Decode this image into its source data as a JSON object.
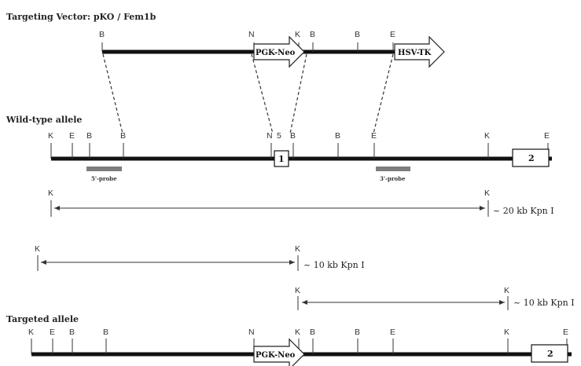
{
  "headings": {
    "targeting_vector": "Targeting Vector:  pKO / Fem1b",
    "wild_type": "Wild-type  allele",
    "targeted": "Targeted  allele"
  },
  "cassettes": {
    "pgk_neo": "PGK-Neo",
    "hsv_tk": "HSV-TK"
  },
  "exons": {
    "exon1": "1",
    "exon2": "2",
    "exon5_marker": "5"
  },
  "probes": {
    "five_prime": "5'-probe",
    "three_prime": "3'-probe"
  },
  "fragments": {
    "wt_kpn": "~ 20 kb Kpn I",
    "targeted_left_kpn": "~ 10 kb Kpn I",
    "targeted_right_kpn": "~ 10 kb Kpn I"
  },
  "site_letters": {
    "B": "B",
    "N": "N",
    "K": "K",
    "E": "E"
  },
  "vector_sites": [
    "B",
    "N",
    "K",
    "B",
    "B",
    "E"
  ],
  "wild_type_sites": [
    "K",
    "E",
    "B",
    "B",
    "N",
    "B",
    "B",
    "E",
    "K",
    "E"
  ],
  "targeted_sites": [
    "K",
    "E",
    "B",
    "B",
    "N",
    "K",
    "B",
    "B",
    "E",
    "K",
    "E"
  ],
  "colors": {
    "line": "#111111",
    "probe": "#7d7d7d",
    "text": "#222222"
  }
}
